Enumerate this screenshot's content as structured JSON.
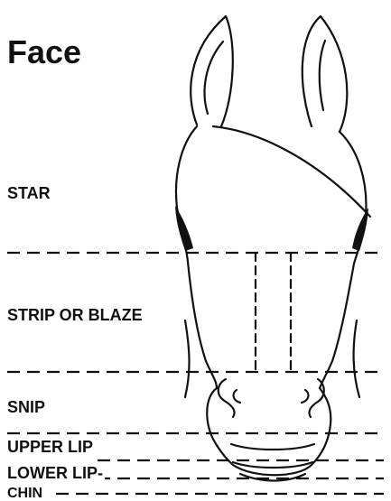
{
  "diagram": {
    "title": "Face",
    "labels": {
      "star": "STAR",
      "strip": "STRIP OR BLAZE",
      "snip": "SNIP",
      "upper_lip": "UPPER LIP",
      "lower_lip": "LOWER LIP-",
      "chin": "CHIN"
    }
  }
}
